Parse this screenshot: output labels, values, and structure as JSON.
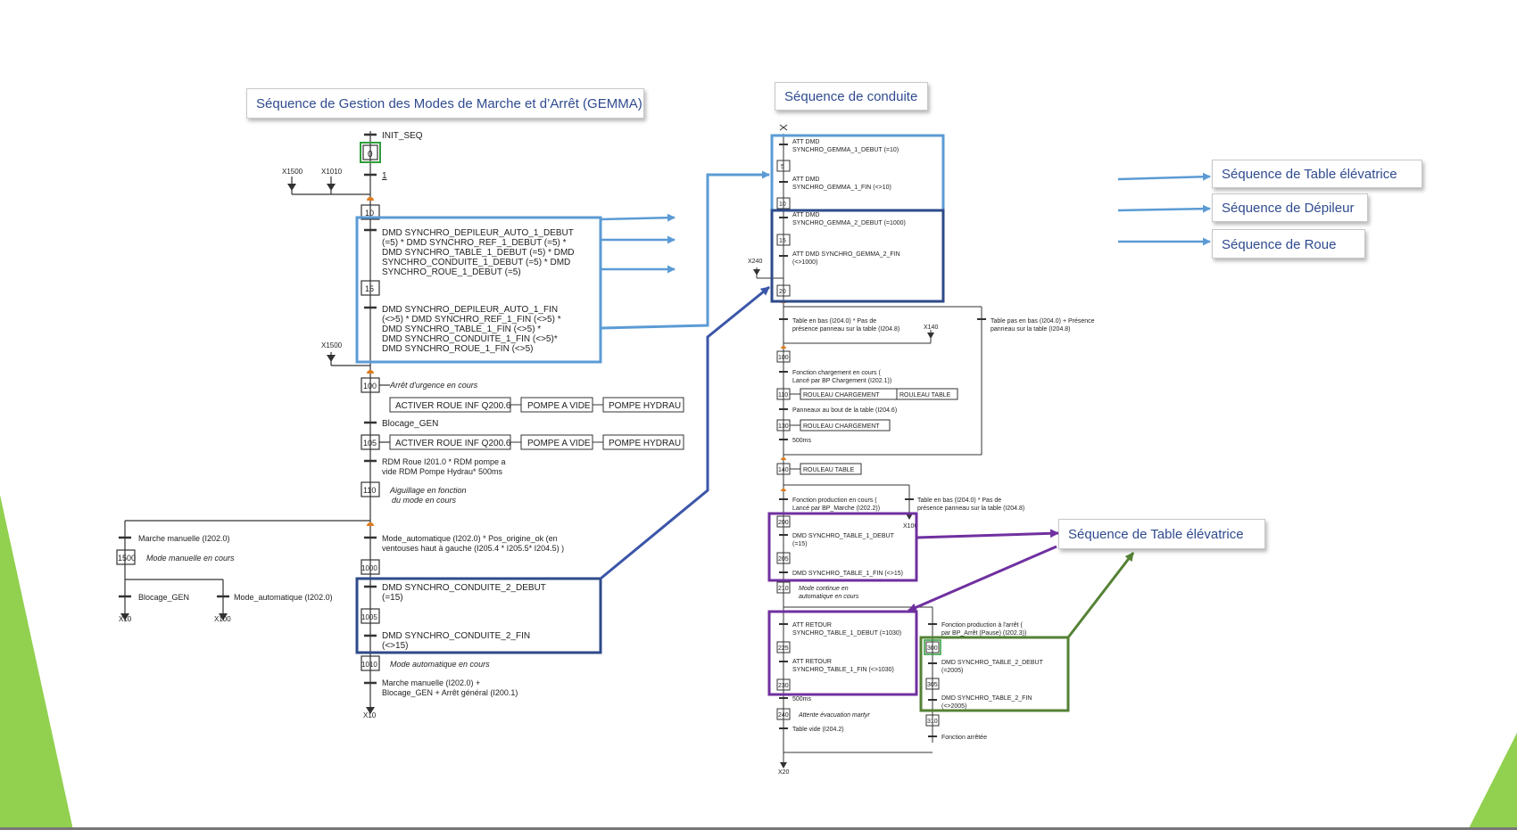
{
  "titles": {
    "gemma": "Séquence de Gestion des Modes de Marche et d’Arrêt (GEMMA)",
    "conduite": "Séquence de conduite",
    "table_elev_1": "Séquence de Table élévatrice",
    "depileur": "Séquence de Dépileur",
    "roue": "Séquence de Roue",
    "table_elev_2": "Séquence de Table élévatrice"
  },
  "gemma": {
    "init_label": "INIT_SEQ",
    "step_0": "0",
    "trans_1": "1",
    "x1500": "X1500",
    "x1010": "X1010",
    "step_10": "10",
    "t10_lines": [
      "DMD SYNCHRO_DEPILEUR_AUTO_1_DEBUT",
      " (=5) * DMD SYNCHRO_REF_1_DEBUT (=5) *",
      "DMD SYNCHRO_TABLE_1_DEBUT (=5) * DMD",
      " SYNCHRO_CONDUITE_1_DEBUT (=5) * DMD",
      "SYNCHRO_ROUE_1_DEBUT (=5)"
    ],
    "step_15": "15",
    "t15_lines": [
      "DMD SYNCHRO_DEPILEUR_AUTO_1_FIN",
      "(<>5) * DMD SYNCHRO_REF_1_FIN (<>5) *",
      " DMD SYNCHRO_TABLE_1_FIN (<>5) *",
      "DMD SYNCHRO_CONDUITE_1_FIN (<>5)*",
      "DMD SYNCHRO_ROUE_1_FIN (<>5)"
    ],
    "x1500_b": "X1500",
    "step_100": "100",
    "s100_comment": "Arrêt d'urgence en cours",
    "action_roue": "ACTIVER ROUE INF Q200.6",
    "action_pompe_vide": "POMPE A VIDE",
    "action_pompe_hydrau": "POMPE HYDRAU",
    "t_blocage": "Blocage_GEN",
    "step_105": "105",
    "t105_lines": [
      "RDM Roue I201.0 * RDM pompe a",
      "vide RDM Pompe Hydrau* 500ms"
    ],
    "step_110": "110",
    "s110_comment": [
      "Aiguillage en fonction",
      "du mode en cours"
    ],
    "t_marche_manuelle": "Marche manuelle (I202.0)",
    "step_1500": "1500",
    "s1500_comment": "Mode manuelle en cours",
    "t_blocage_2": "Blocage_GEN",
    "t_mode_auto_2": "Mode_automatique (I202.0)",
    "x10": "X10",
    "x100": "X100",
    "t_mode_auto_lines": [
      "Mode_automatique (I202.0) *  Pos_origine_ok (en",
      "ventouses haut à gauche (I205.4 * I205.5* I204.5) )"
    ],
    "step_1000": "1000",
    "t1000_lines": [
      "DMD SYNCHRO_CONDUITE_2_DEBUT",
      "(=15)"
    ],
    "step_1005": "1005",
    "t1005_lines": [
      "DMD SYNCHRO_CONDUITE_2_FIN",
      " (<>15)"
    ],
    "step_1010": "1010",
    "s1010_comment": "Mode automatique en cours",
    "t1010_lines": [
      "Marche manuelle (I202.0) +",
      "Blocage_GEN + Arrêt général (I200.1)"
    ],
    "x10_end": "X10"
  },
  "conduite": {
    "t_att1": [
      "ATT DMD",
      "SYNCHRO_GEMMA_1_DEBUT (=10)"
    ],
    "s5": "5",
    "t_att2": [
      "ATT DMD",
      "SYNCHRO_GEMMA_1_FIN (<>10)"
    ],
    "s10": "10",
    "t_att3": [
      "ATT DMD",
      "SYNCHRO_GEMMA_2_DEBUT (=1000)"
    ],
    "s15": "15",
    "t_att4": [
      "ATT DMD SYNCHRO_GEMMA_2_FIN",
      " (<>1000)"
    ],
    "x240": "X240",
    "s20": "20",
    "t_table_bas": [
      "Table en bas (I204.0) * Pas de",
      "présence panneau sur la table (I204.8)"
    ],
    "x140": "X140",
    "t_table_pas_bas": [
      "Table pas en bas (I204.0) + Présence",
      "panneau sur la table (I204.8)"
    ],
    "s100": "100",
    "t_fonction_charg": [
      "Fonction chargement en cours (",
      "Lancé par BP Chargement (I202.1))"
    ],
    "s110": "110",
    "a_rouleau_charg": "ROULEAU CHARGEMENT",
    "a_rouleau_table": "ROULEAU TABLE",
    "t_panneaux": "Panneaux au bout de la table (I204.6)",
    "s130": "130",
    "a_rouleau_charg2": "ROULEAU CHARGEMENT",
    "t_500ms": "500ms",
    "s140": "140",
    "a_rouleau_table2": "ROULEAU TABLE",
    "t_fonction_prod": [
      "Fonction production en cours (",
      "Lancé par BP_Marche (I202.2))"
    ],
    "t_table_bas2": [
      "Table en bas (I204.0) * Pas de",
      "présence panneau sur la table (I204.8)"
    ],
    "x100c": "X100",
    "s200": "200",
    "t_sync_table1": [
      "DMD SYNCHRO_TABLE_1_DEBUT",
      "(=15)"
    ],
    "s205": "205",
    "t_sync_table1_fin": "DMD SYNCHRO_TABLE_1_FIN (<>15)",
    "s210": "210",
    "s210_comment": [
      "Mode continue en",
      "automatique en cours"
    ],
    "t_att_retour1": [
      "ATT RETOUR",
      "SYNCHRO_TABLE_1_DEBUT (=1030)"
    ],
    "s225": "225",
    "t_att_retour2": [
      "ATT RETOUR",
      "SYNCHRO_TABLE_1_FIN (<>1030)"
    ],
    "s230": "230",
    "t_500ms_b": "500ms",
    "s240": "240",
    "s240_comment": "Attente évacuation martyr",
    "t_table_vide": "Table vide (I204.2)",
    "x20": "X20",
    "t_fonction_prod_arret": [
      "Fonction production à l'arrêt (",
      "par BP_Arrêt (Pause) (I202.3))"
    ],
    "s300": "300",
    "t_sync_table2": [
      "DMD SYNCHRO_TABLE_2_DEBUT",
      " (=2005)"
    ],
    "s305": "305",
    "t_sync_table2_fin": [
      "DMD SYNCHRO_TABLE_2_FIN",
      " (<>2005)"
    ],
    "s310": "310",
    "t_fonction_arretee": "Fonction arrêtée"
  },
  "colors": {
    "light_blue": "#5b9bd5",
    "dark_blue": "#2e4a8a",
    "arrow_blue": "#4472c4",
    "purple": "#7030a0",
    "green": "#548235",
    "slide_green": "#92d050",
    "title_text": "#2f4b8f"
  }
}
